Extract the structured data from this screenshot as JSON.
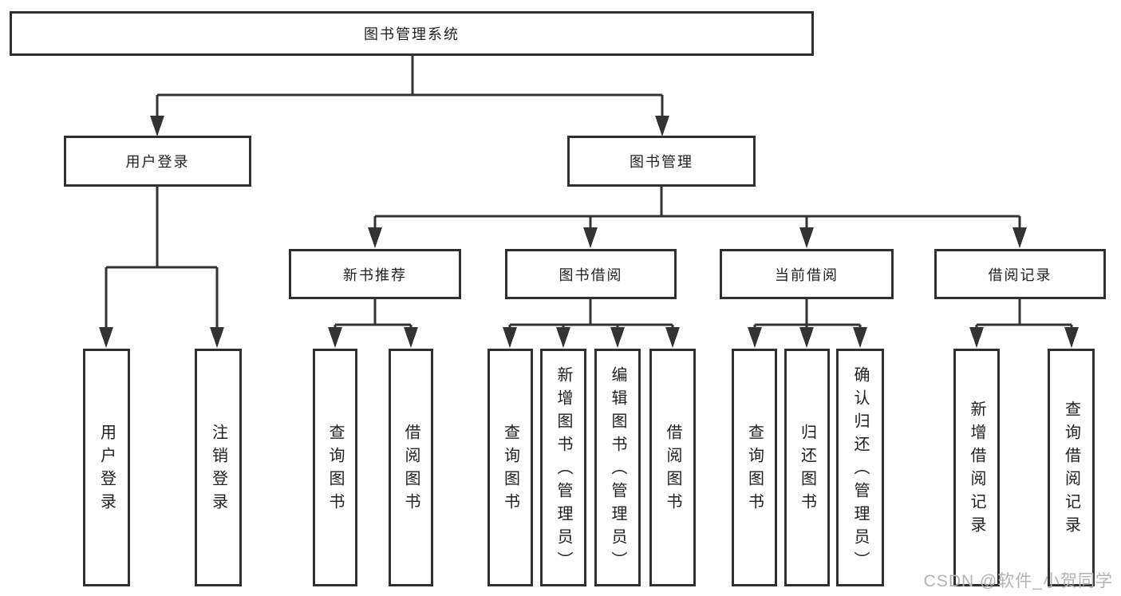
{
  "tree": {
    "root": {
      "label": "图书管理系统"
    },
    "branches": [
      {
        "label": "用户登录",
        "leaves": [
          {
            "label": "用户登录"
          },
          {
            "label": "注销登录"
          }
        ]
      },
      {
        "label": "图书管理",
        "groups": [
          {
            "label": "新书推荐",
            "leaves": [
              {
                "label": "查询图书"
              },
              {
                "label": "借阅图书"
              }
            ]
          },
          {
            "label": "图书借阅",
            "leaves": [
              {
                "label": "查询图书"
              },
              {
                "label": "新增图书（管理员）"
              },
              {
                "label": "编辑图书（管理员）"
              },
              {
                "label": "借阅图书"
              }
            ]
          },
          {
            "label": "当前借阅",
            "leaves": [
              {
                "label": "查询图书"
              },
              {
                "label": "归还图书"
              },
              {
                "label": "确认归还（管理员）"
              }
            ]
          },
          {
            "label": "借阅记录",
            "leaves": [
              {
                "label": "新增借阅记录"
              },
              {
                "label": "查询借阅记录"
              }
            ]
          }
        ]
      }
    ]
  },
  "watermark": {
    "text": "CSDN @软件_小贺同学"
  },
  "colors": {
    "line": "#333333",
    "box_border": "#2f2f2f",
    "text": "#1f1f1f",
    "watermark": "#b3b3b3",
    "background": "#ffffff"
  }
}
